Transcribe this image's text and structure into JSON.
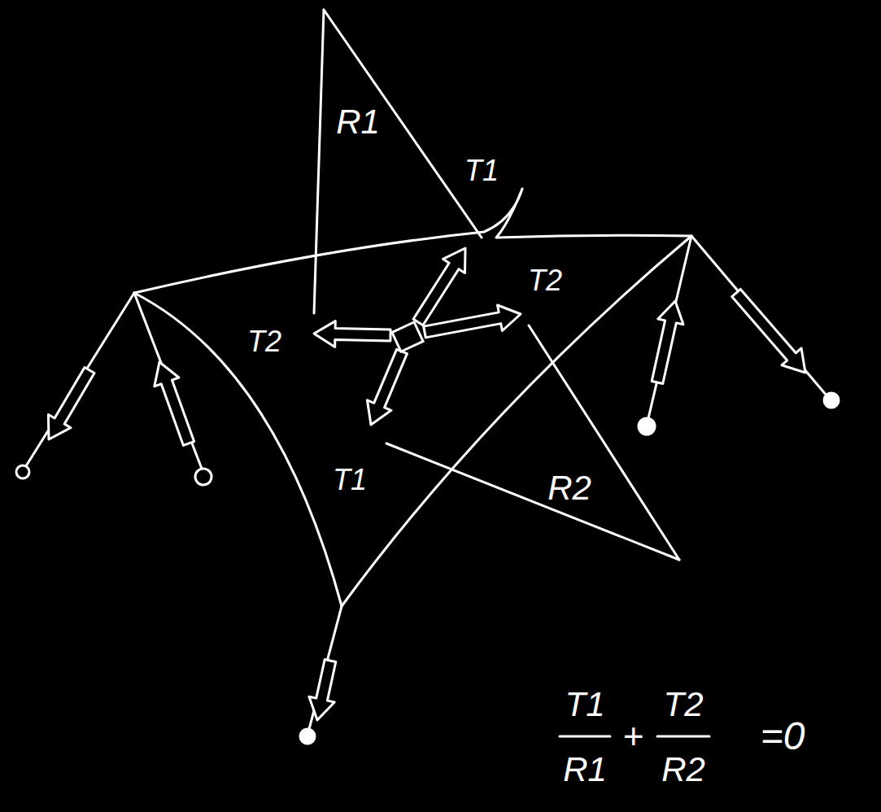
{
  "diagram": {
    "labels": [
      "R1",
      "T1",
      "T2",
      "T2",
      "T1",
      "R2",
      "T1",
      "R1",
      "+",
      "T2",
      "R2",
      "=0"
    ]
  }
}
